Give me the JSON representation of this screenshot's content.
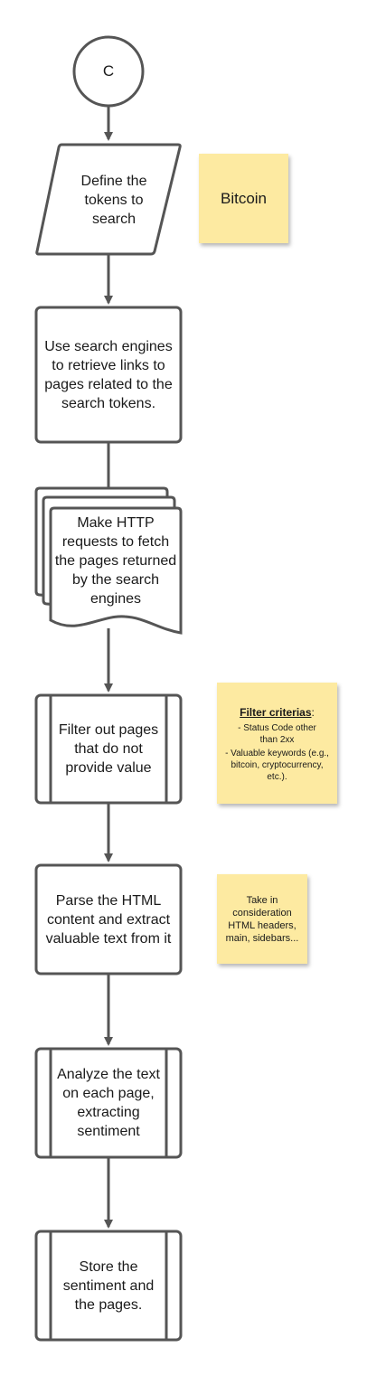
{
  "flow": {
    "connector_label": "C",
    "input": "Define the tokens to search",
    "search": "Use search engines to retrieve links to pages related to the search tokens.",
    "fetch": "Make HTTP requests to fetch the pages returned by the search engines",
    "filter": "Filter out pages that do not provide value",
    "parse": "Parse the HTML content and extract valuable text from it",
    "analyze": "Analyze the text on each page, extracting sentiment",
    "store": "Store the sentiment and the pages."
  },
  "notes": {
    "tokens": "Bitcoin",
    "filter_title": "Filter criterias",
    "filter_colon": ":",
    "filter_line1": "- Status Code other than 2xx",
    "filter_line2": "- Valuable keywords (e.g., bitcoin, cryptocurrency, etc.).",
    "parse_note": "Take in consideration HTML headers, main, sidebars..."
  },
  "colors": {
    "stroke": "#555555",
    "note_fill": "#fdeaa1",
    "text": "#1a1a1a"
  }
}
